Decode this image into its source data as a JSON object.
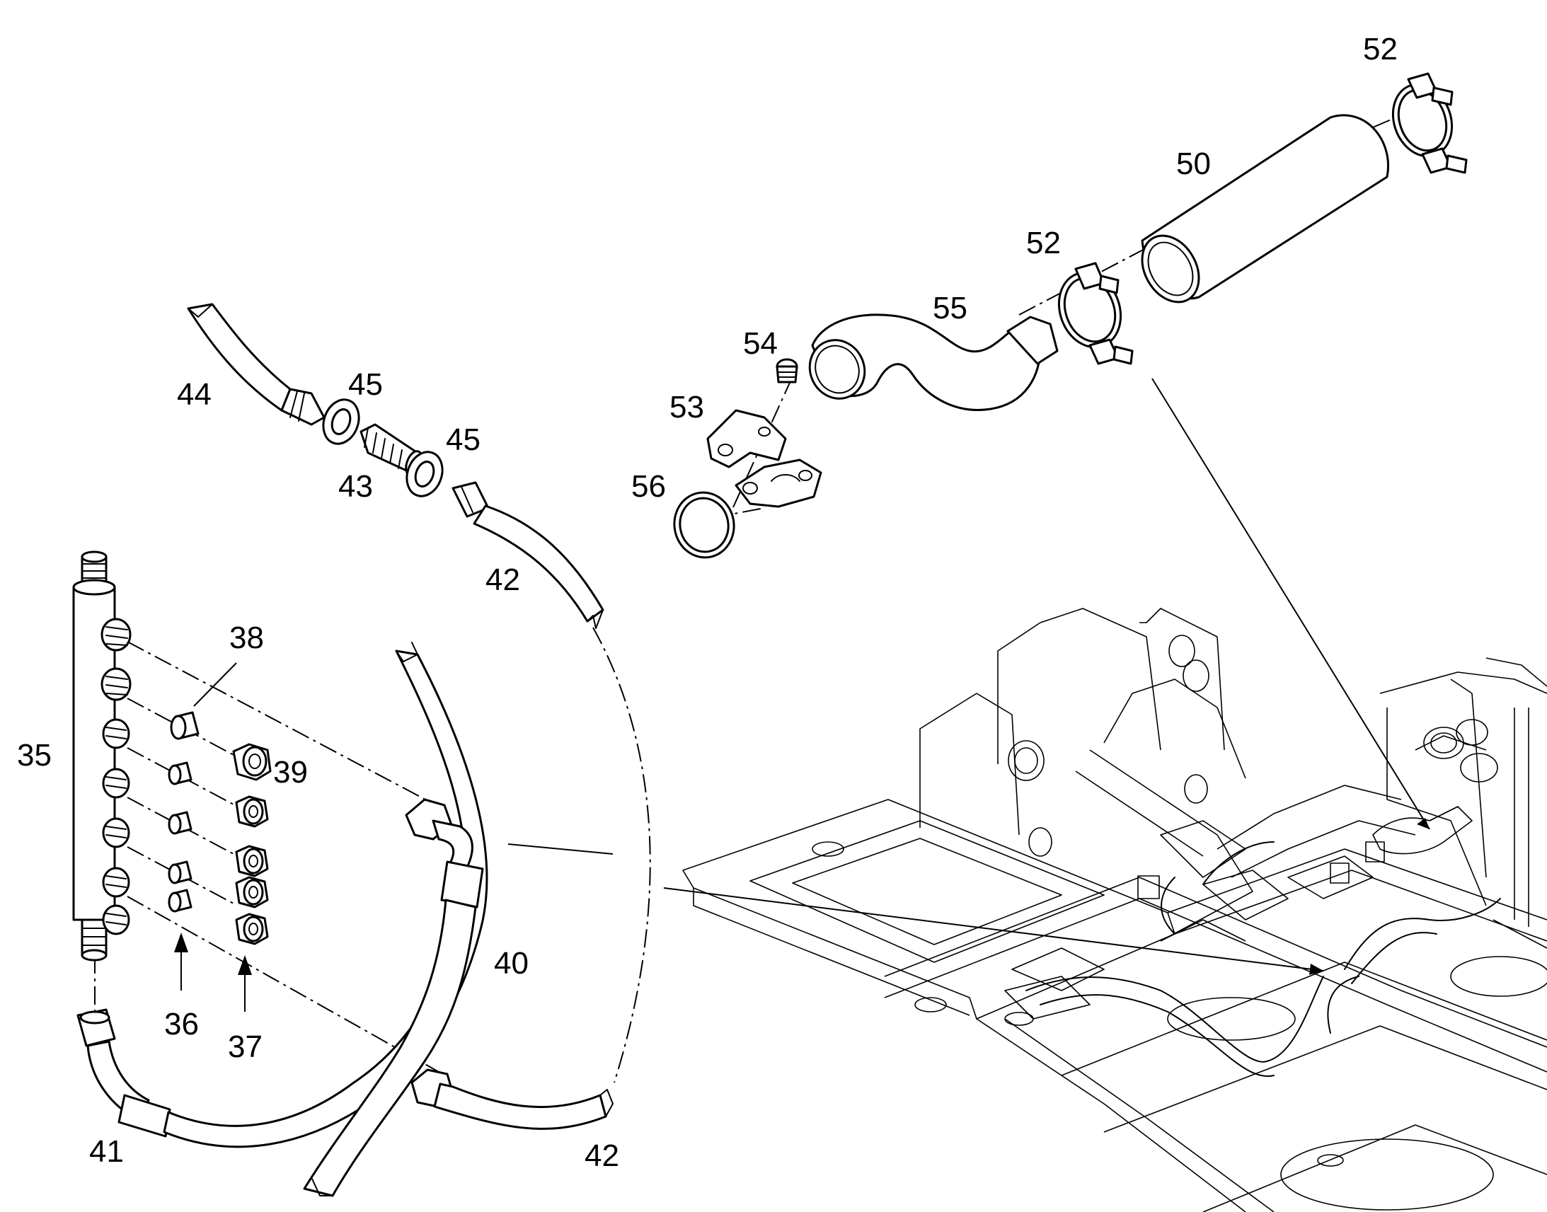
{
  "diagram": {
    "callouts": {
      "c35": "35",
      "c36": "36",
      "c37": "37",
      "c38": "38",
      "c39": "39",
      "c40": "40",
      "c41": "41",
      "c42a": "42",
      "c42b": "42",
      "c43": "43",
      "c44": "44",
      "c45a": "45",
      "c45b": "45",
      "c50": "50",
      "c52a": "52",
      "c52b": "52",
      "c53": "53",
      "c54": "54",
      "c55": "55",
      "c56": "56"
    }
  }
}
